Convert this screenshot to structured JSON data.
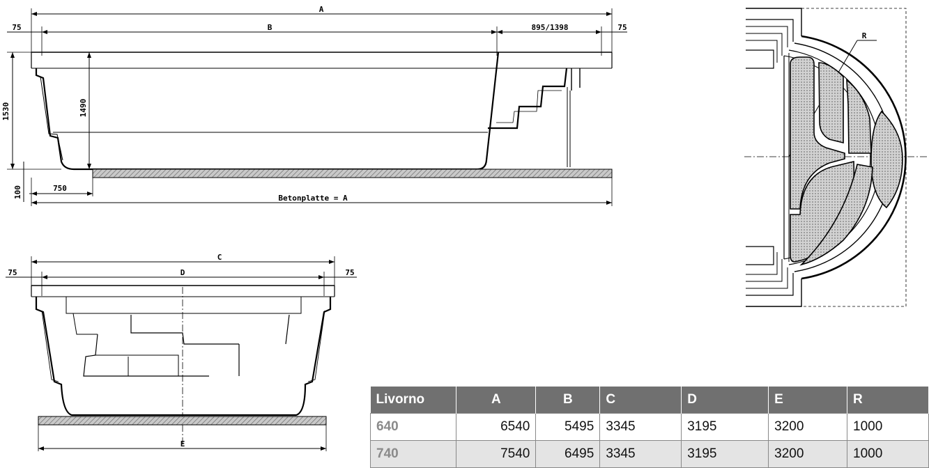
{
  "side_view": {
    "dim_A": "A",
    "dim_B": "B",
    "dim_step": "895/1398",
    "dim_left_flange": "75",
    "dim_right_flange": "75",
    "dim_total_height": "1530",
    "dim_inner_depth": "1490",
    "dim_slab_thickness": "100",
    "dim_floor_offset": "750",
    "slab_label": "Betonplatte = A"
  },
  "end_view": {
    "dim_C": "C",
    "dim_D": "D",
    "dim_E": "E",
    "dim_left_flange": "75",
    "dim_right_flange": "75"
  },
  "plan_view": {
    "dim_R": "R"
  },
  "table": {
    "headers": [
      "Livorno",
      "A",
      "B",
      "C",
      "D",
      "E",
      "R"
    ],
    "rows": [
      [
        "640",
        "6540",
        "5495",
        "3345",
        "3195",
        "3200",
        "1000"
      ],
      [
        "740",
        "7540",
        "6495",
        "3345",
        "3195",
        "3200",
        "1000"
      ]
    ]
  },
  "colors": {
    "header_bg": "#707070",
    "row_alt_bg": "#e4e4e4",
    "model_text": "#8a8a8a",
    "hatch": "#9a9a9a"
  }
}
